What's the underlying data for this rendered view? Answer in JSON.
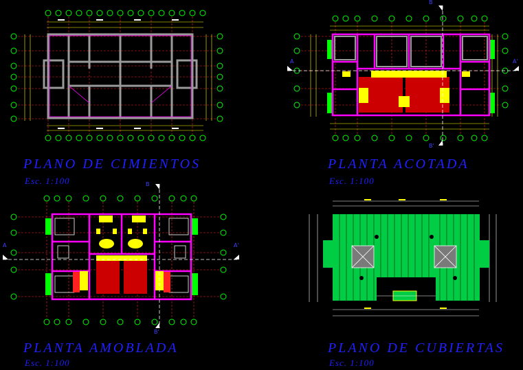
{
  "sheet": {
    "panels": [
      {
        "title": "PLANO DE CIMIENTOS",
        "scale": "Esc. 1:100"
      },
      {
        "title": "PLANTA ACOTADA",
        "scale": "Esc. 1:100"
      },
      {
        "title": "PLANTA AMOBLADA",
        "scale": "Esc. 1:100"
      },
      {
        "title": "PLANO DE CUBIERTAS",
        "scale": "Esc. 1:100"
      }
    ],
    "section_marks": {
      "a": "A",
      "a2": "A'",
      "b": "B",
      "b2": "B'"
    },
    "colors": {
      "background": "#000000",
      "title_blue": "#2020ff",
      "axis_green": "#00ff00",
      "wall_magenta": "#ff00ff",
      "dimension_red": "#ff2020",
      "hatch_yellow": "#ffff00",
      "roof_green": "#00cc44",
      "roof_grey": "#7a7a7a"
    }
  }
}
